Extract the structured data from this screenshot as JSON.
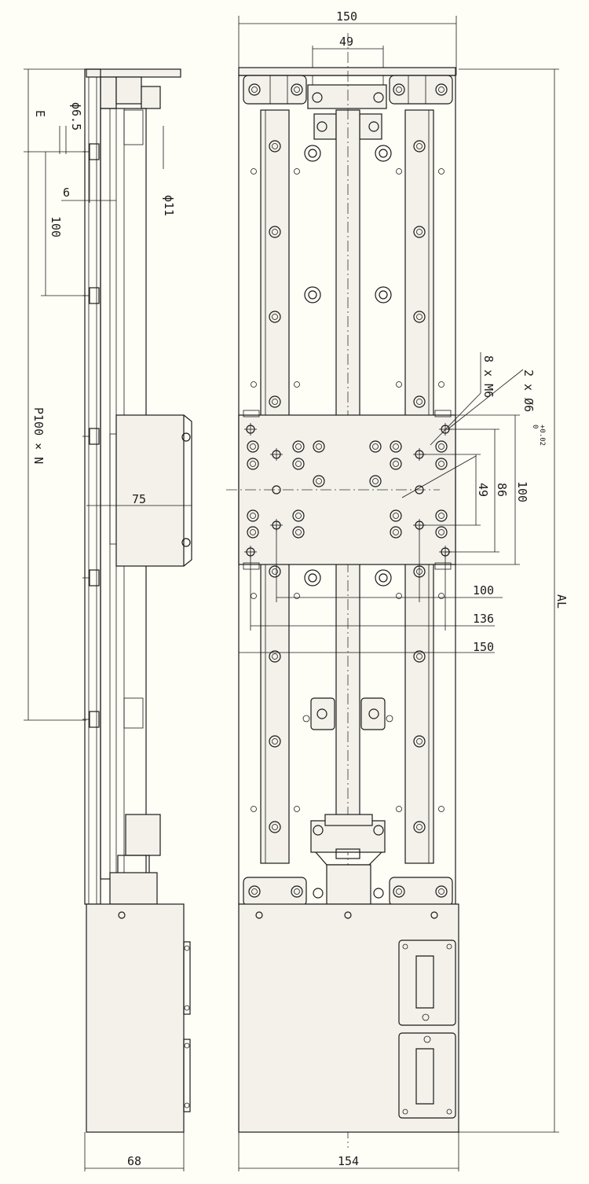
{
  "drawing": {
    "dimensions": {
      "top_width": "150",
      "top_center": "49",
      "carriage_hole_spacing_v": "49",
      "carriage_86": "86",
      "carriage_100": "100",
      "carriage_h_100": "100",
      "carriage_h_136": "136",
      "carriage_h_150": "150",
      "overall_length": "AL",
      "bottom_width_front": "154",
      "side_bottom_width": "68",
      "side_e": "E",
      "side_phi65": "ϕ6.5",
      "side_6": "6",
      "side_phi11": "ϕ11",
      "side_100": "100",
      "side_pitch": "P100 × N",
      "side_75": "75"
    },
    "callouts": {
      "tapped_holes": "8 x M6",
      "pin_holes": "2 x Ø6",
      "pin_tol_upper": "+0.02",
      "pin_tol_lower": "0"
    }
  }
}
